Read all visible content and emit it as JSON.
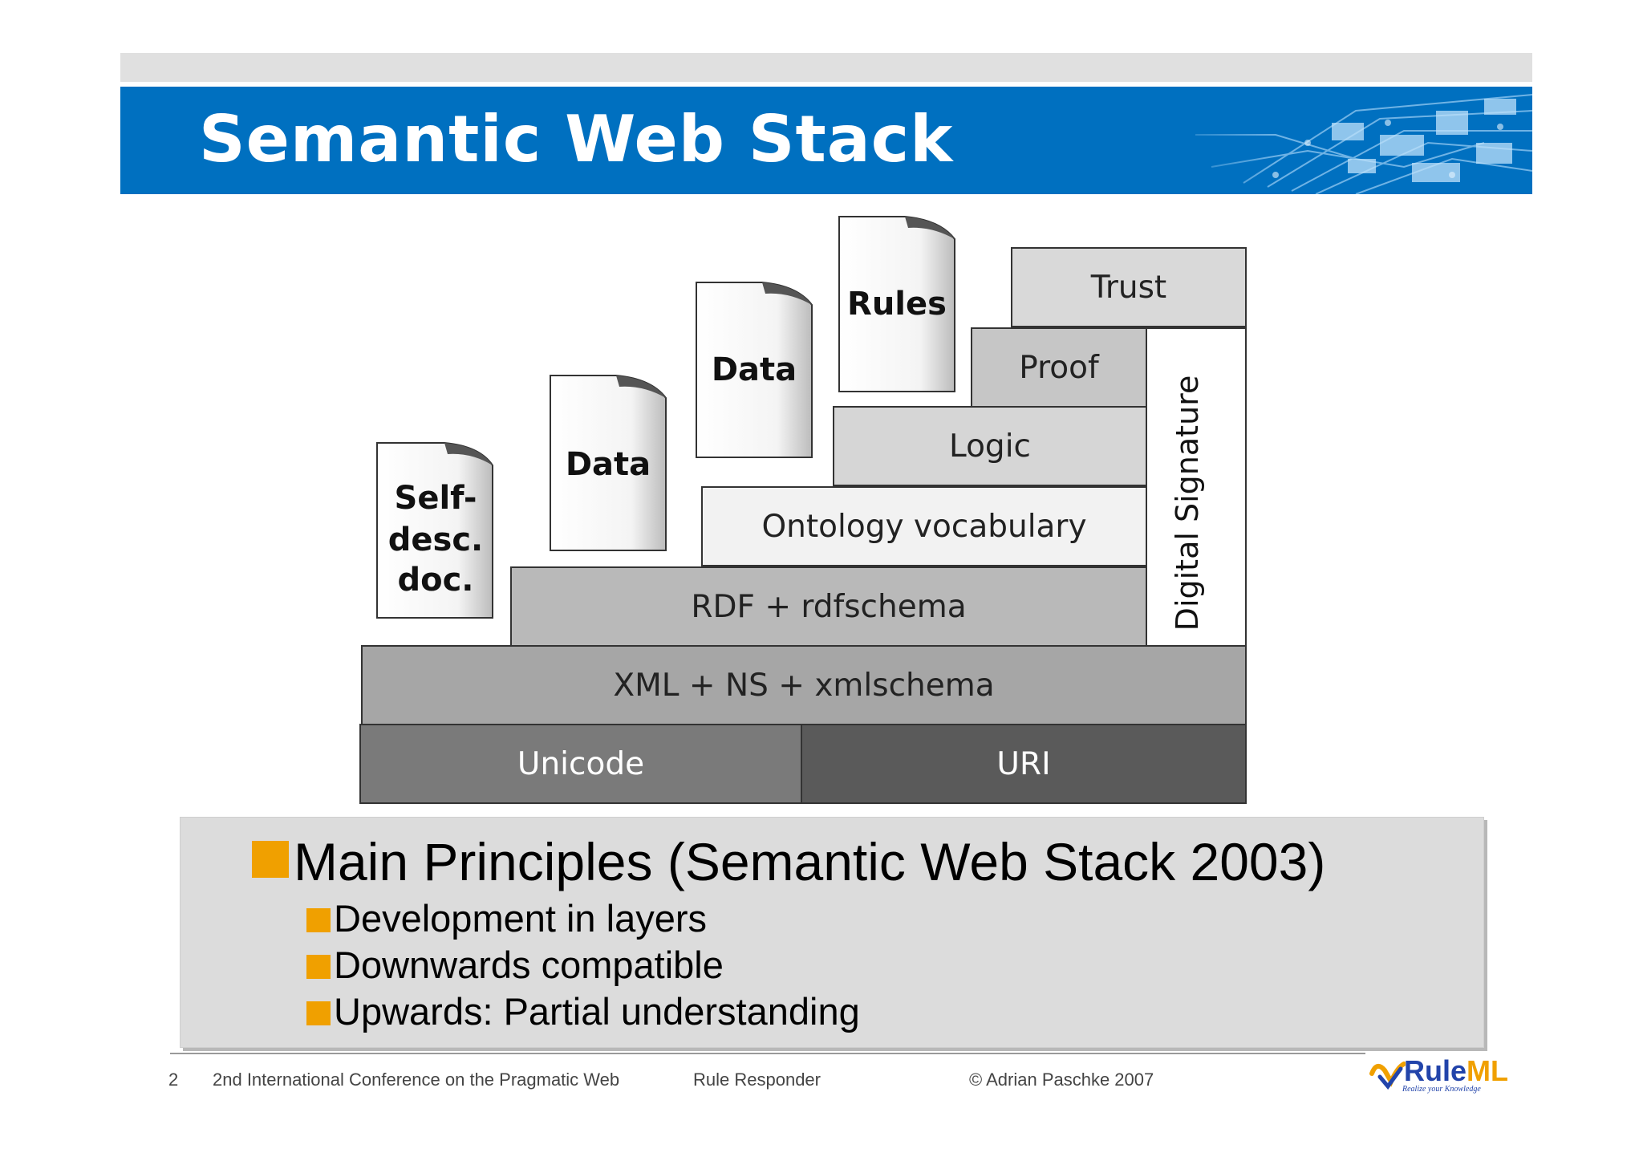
{
  "slide": {
    "title": "Semantic Web Stack"
  },
  "stack": {
    "unicode": "Unicode",
    "uri": "URI",
    "xml": "XML + NS + xmlschema",
    "rdf": "RDF + rdfschema",
    "ontology": "Ontology vocabulary",
    "logic": "Logic",
    "proof": "Proof",
    "trust": "Trust",
    "digital_signature": "Digital Signature",
    "docs": {
      "self_desc_1": "Self-",
      "self_desc_2": "desc.",
      "self_desc_3": "doc.",
      "data_1": "Data",
      "data_2": "Data",
      "rules": "Rules"
    }
  },
  "principles": {
    "heading": "Main Principles (Semantic Web Stack 2003)",
    "items": [
      "Development in layers",
      "Downwards compatible",
      "Upwards: Partial understanding"
    ]
  },
  "footer": {
    "page_number": "2",
    "conference": "2nd International Conference on the Pragmatic Web",
    "talk": "Rule Responder",
    "copyright": "© Adrian Paschke 2007"
  },
  "logo": {
    "name_rule": "Rule",
    "name_ml": "ML",
    "tagline": "Realize your Knowledge"
  },
  "colors": {
    "title_bar": "#0070c0",
    "bullet": "#f0a000"
  }
}
